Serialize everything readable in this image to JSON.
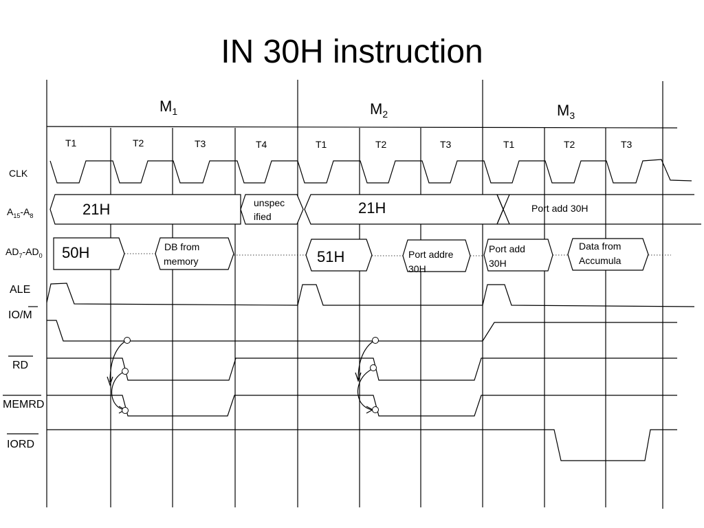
{
  "title": "IN 30H instruction",
  "machine_cycles": [
    {
      "name": "M",
      "sub": "1"
    },
    {
      "name": "M",
      "sub": "2"
    },
    {
      "name": "M",
      "sub": "3"
    }
  ],
  "t_states": [
    "T1",
    "T2",
    "T3",
    "T4",
    "T1",
    "T2",
    "T3",
    "T1",
    "T2",
    "T3"
  ],
  "signals": {
    "clk": "CLK",
    "addr_high": {
      "a": "A",
      "a_sub1": "15",
      "dash": "-A",
      "a_sub2": "8"
    },
    "addr_low": {
      "a": "AD",
      "a_sub1": "7",
      "dash": "-AD",
      "a_sub2": "0"
    },
    "ale": "ALE",
    "io_m": {
      "io": "IO/",
      "m": "M"
    },
    "rd": "RD",
    "memrd": "MEMRD",
    "iord": "IORD"
  },
  "bus_values": {
    "addr_high": [
      "21H",
      "unspec",
      "ified",
      "21H",
      "Port add 30H"
    ],
    "addr_low": [
      "50H",
      "DB from",
      "memory",
      "51H",
      "Port addre",
      "30H",
      "Port add",
      "30H",
      "Data from",
      "Accumula"
    ]
  }
}
